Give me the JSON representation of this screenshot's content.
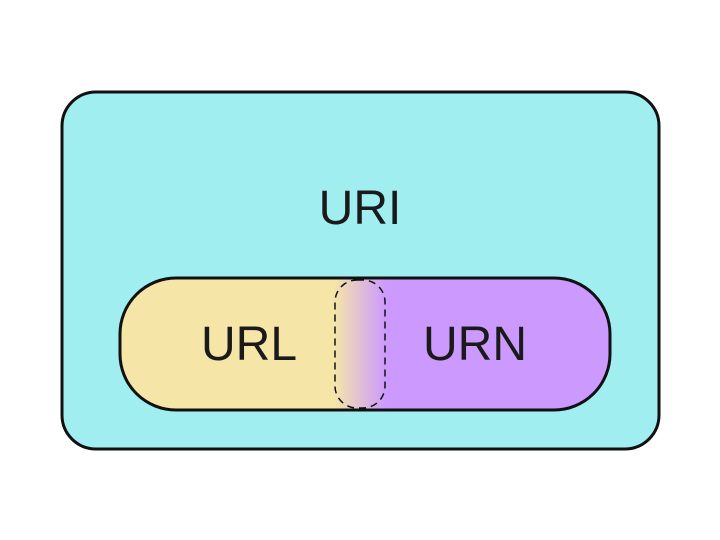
{
  "diagram": {
    "outer": {
      "label": "URI",
      "fill": "#a0eef0"
    },
    "left": {
      "label": "URL",
      "fill": "#f5e6a8"
    },
    "right": {
      "label": "URN",
      "fill": "#cc99ff"
    },
    "overlap": {
      "gradient_from": "#f5e6a8",
      "gradient_to": "#cc99ff"
    },
    "stroke": "#111111"
  }
}
